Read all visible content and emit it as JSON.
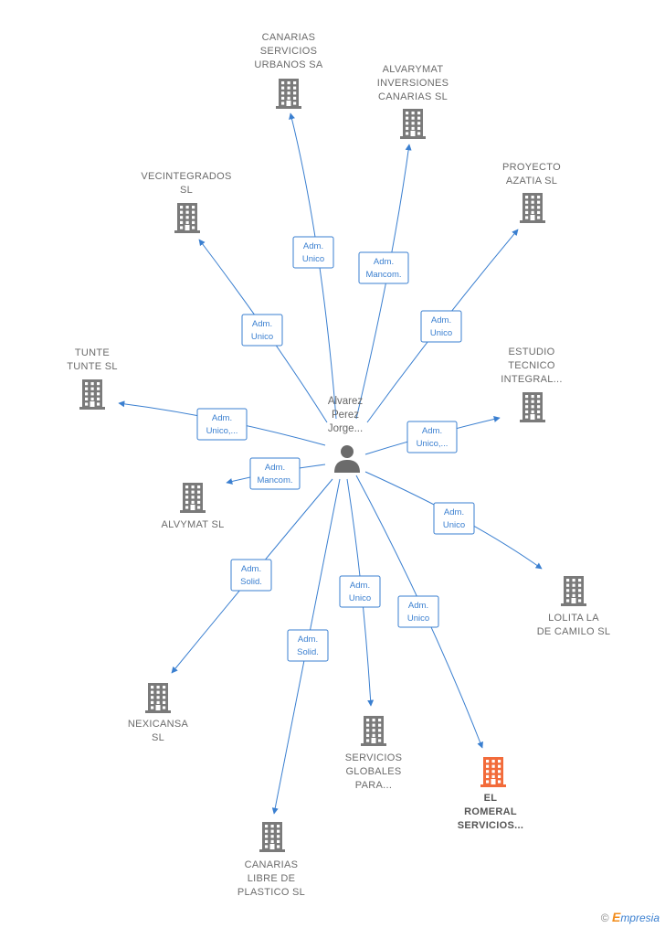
{
  "colors": {
    "edge": "#3a7fd0",
    "building": "#7a7a7a",
    "highlight": "#f26b3a",
    "person": "#6b6b6b"
  },
  "center": {
    "name_lines": [
      "Alvarez",
      "Perez",
      "Jorge..."
    ],
    "icon": "person-icon"
  },
  "companies": [
    {
      "id": "canarias-servicios",
      "lines": [
        "CANARIAS",
        "SERVICIOS",
        "URBANOS SA"
      ],
      "role": [
        "Adm.",
        "Unico"
      ],
      "highlight": false
    },
    {
      "id": "alvarymat",
      "lines": [
        "ALVARYMAT",
        "INVERSIONES",
        "CANARIAS  SL"
      ],
      "role": [
        "Adm.",
        "Mancom."
      ],
      "highlight": false
    },
    {
      "id": "vecintegrados",
      "lines": [
        "VECINTEGRADOS",
        "SL"
      ],
      "role": [
        "Adm.",
        "Unico"
      ],
      "highlight": false
    },
    {
      "id": "proyecto-azatia",
      "lines": [
        "PROYECTO",
        "AZATIA SL"
      ],
      "role": [
        "Adm.",
        "Unico"
      ],
      "highlight": false
    },
    {
      "id": "tunte-tunte",
      "lines": [
        "TUNTE",
        "TUNTE  SL"
      ],
      "role": [
        "Adm.",
        "Unico,..."
      ],
      "highlight": false
    },
    {
      "id": "estudio-tecnico",
      "lines": [
        "ESTUDIO",
        "TECNICO",
        "INTEGRAL..."
      ],
      "role": [
        "Adm.",
        "Unico,..."
      ],
      "highlight": false
    },
    {
      "id": "alvymat",
      "lines": [
        "ALVYMAT  SL"
      ],
      "role": [
        "Adm.",
        "Mancom."
      ],
      "highlight": false
    },
    {
      "id": "lolita",
      "lines": [
        "LOLITA LA",
        "DE CAMILO  SL"
      ],
      "role": [
        "Adm.",
        "Unico"
      ],
      "highlight": false
    },
    {
      "id": "nexicansa",
      "lines": [
        "NEXICANSA",
        "SL"
      ],
      "role": [
        "Adm.",
        "Solid."
      ],
      "highlight": false
    },
    {
      "id": "servicios-globales",
      "lines": [
        "SERVICIOS",
        "GLOBALES",
        "PARA..."
      ],
      "role": [
        "Adm.",
        "Unico"
      ],
      "highlight": false
    },
    {
      "id": "el-romeral",
      "lines": [
        "EL",
        "ROMERAL",
        "SERVICIOS..."
      ],
      "role": [
        "Adm.",
        "Unico"
      ],
      "highlight": true
    },
    {
      "id": "canarias-libre",
      "lines": [
        "CANARIAS",
        "LIBRE DE",
        "PLASTICO  SL"
      ],
      "role": [
        "Adm.",
        "Solid."
      ],
      "highlight": false
    }
  ],
  "brand": {
    "copyright": "©",
    "e": "E",
    "rest": "mpresia"
  }
}
